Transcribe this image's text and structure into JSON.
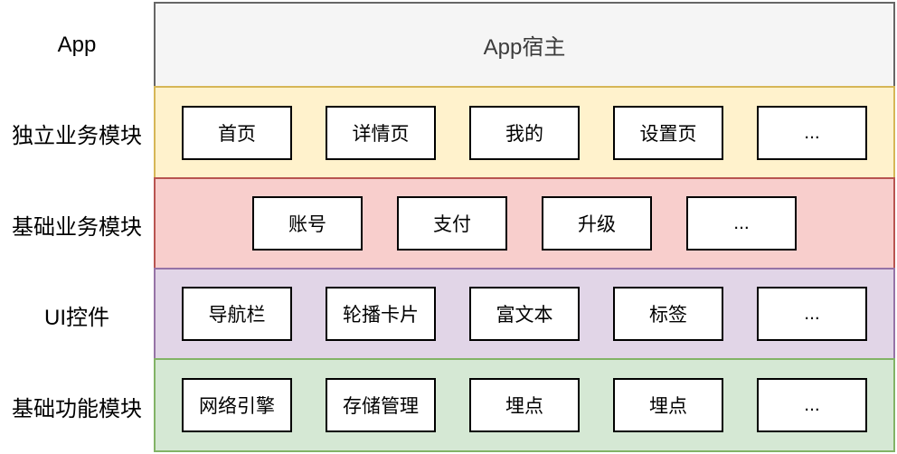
{
  "diagram": {
    "rows": [
      {
        "label": "App",
        "title": "App宿主",
        "boxes": []
      },
      {
        "label": "独立业务模块",
        "boxes": [
          "首页",
          "详情页",
          "我的",
          "设置页",
          "..."
        ]
      },
      {
        "label": "基础业务模块",
        "boxes": [
          "账号",
          "支付",
          "升级",
          "..."
        ]
      },
      {
        "label": "UI控件",
        "boxes": [
          "导航栏",
          "轮播卡片",
          "富文本",
          "标签",
          "..."
        ]
      },
      {
        "label": "基础功能模块",
        "boxes": [
          "网络引擎",
          "存储管理",
          "埋点",
          "埋点",
          "..."
        ]
      }
    ],
    "palette": {
      "app_band_fill": "#f5f5f5",
      "app_band_border": "#666666",
      "independent_business_band_fill": "#fff2cc",
      "independent_business_band_border": "#d6b656",
      "basic_business_band_fill": "#f8cecc",
      "basic_business_band_border": "#b85450",
      "ui_widgets_band_fill": "#e1d5e7",
      "ui_widgets_band_border": "#9673a6",
      "basic_function_band_fill": "#d5e8d4",
      "basic_function_band_border": "#82b366",
      "box_fill": "#ffffff",
      "box_border": "#000000"
    }
  }
}
